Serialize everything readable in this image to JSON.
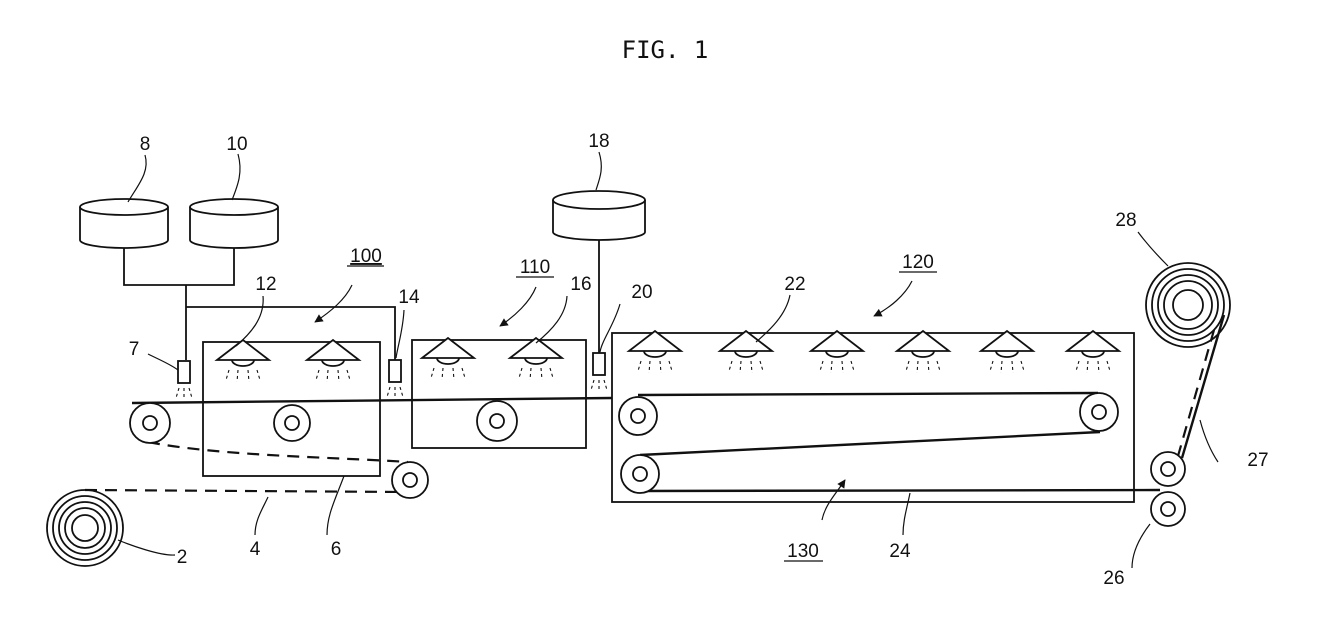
{
  "figure": {
    "title": "FIG. 1"
  },
  "labels": {
    "unwind_roll": "2",
    "film_path": "4",
    "first_unit_belt": "6",
    "nozzle_a": "7",
    "tank_a": "8",
    "tank_b": "10",
    "lamp_a": "12",
    "nozzle_b": "14",
    "lamp_b": "16",
    "tank_c": "18",
    "nozzle_c": "20",
    "lamp_c": "22",
    "conveyor_belt": "24",
    "nip_rollers": "26",
    "laminate": "27",
    "rewind_roll": "28",
    "unit_100": "100",
    "unit_110": "110",
    "unit_120": "120",
    "unit_130": "130"
  }
}
